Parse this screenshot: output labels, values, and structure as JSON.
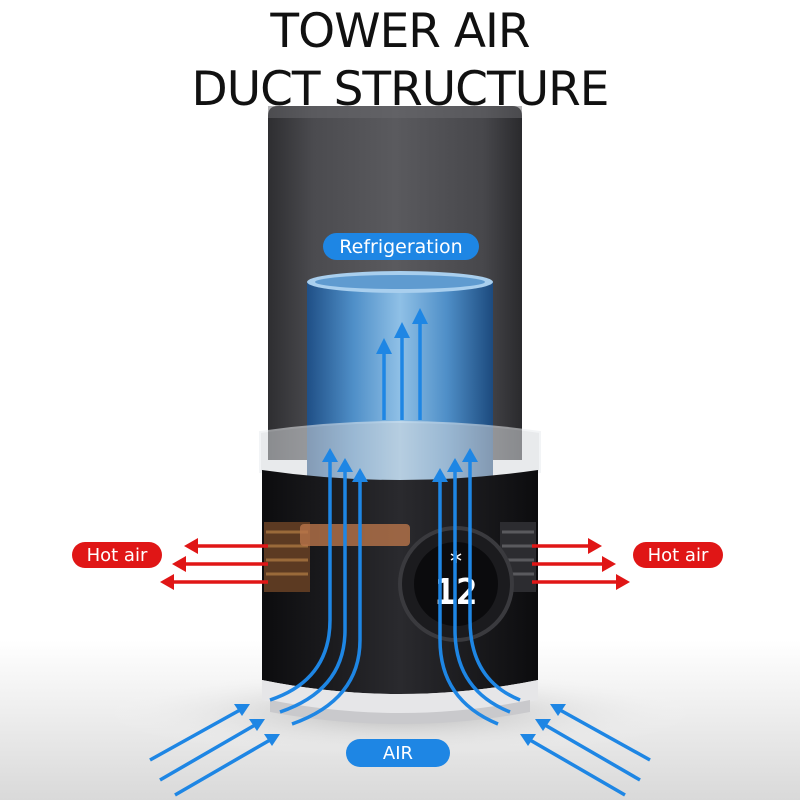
{
  "title": {
    "line1": "TOWER AIR",
    "line2": "DUCT STRUCTURE"
  },
  "labels": {
    "refrigeration": "Refrigeration",
    "hot_air_left": "Hot air",
    "hot_air_right": "Hot air",
    "air": "AIR"
  },
  "display": {
    "reading": "12",
    "icon": "snowflake-icon"
  },
  "colors": {
    "cold_arrow": "#1e86e4",
    "hot_arrow": "#e01616",
    "label_blue": "#1e86e4",
    "label_red": "#e01616",
    "title": "#111111",
    "tank": "#4a4a4e",
    "cooler": "#3f86c8"
  }
}
